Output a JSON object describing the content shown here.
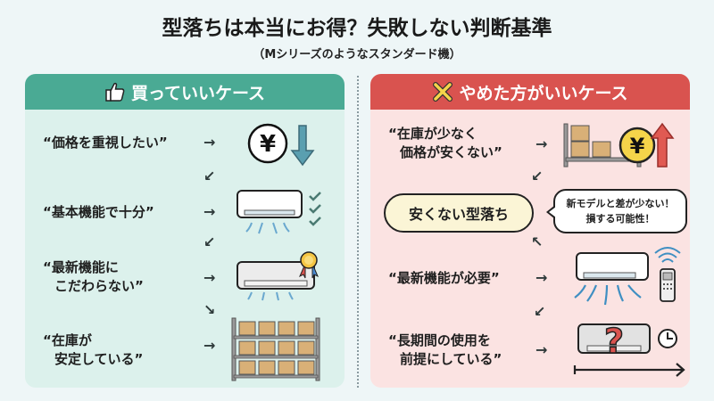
{
  "title": "型落ちは本当にお得？失敗しない判断基準",
  "subtitle": "（Mシリーズのようなスタンダード機）",
  "colors": {
    "good_header": "#4aaa94",
    "good_panel": "#dcf1ec",
    "bad_header": "#d9534f",
    "bad_panel": "#fbe3e2",
    "background": "#eef6f7"
  },
  "good": {
    "header": "買っていいケース",
    "header_icon": "thumbs-up-icon",
    "items": [
      {
        "text": "“価格を重視したい”",
        "arrow": "→",
        "icon": "yen-down-icon"
      },
      {
        "text": "“基本機能で十分”",
        "arrow": "→",
        "icon": "aircon-check-icon"
      },
      {
        "text_line1": "“最新機能に",
        "text_line2": "こだわらない”",
        "arrow": "→",
        "icon": "aircon-award-icon"
      },
      {
        "text_line1": "“在庫が",
        "text_line2": "安定している”",
        "arrow": "→",
        "icon": "warehouse-shelf-icon"
      }
    ],
    "flow_arrows": [
      "↙",
      "↙",
      "↘"
    ]
  },
  "bad": {
    "header": "やめた方がいいケース",
    "header_icon": "cross-icon",
    "items": [
      {
        "text_line1": "“在庫が少なく",
        "text_line2": "価格が安くない”",
        "arrow": "→",
        "icon": "low-stock-yen-up-icon"
      },
      {
        "text": "“最新機能が必要”",
        "arrow": "→",
        "icon": "smart-aircon-remote-icon"
      },
      {
        "text_line1": "“長期間の使用を",
        "text_line2": "前提にしている”",
        "arrow": "→",
        "icon": "aircon-question-clock-icon"
      }
    ],
    "flow_arrows": [
      "↙",
      "↖",
      "↙"
    ],
    "center_bubble": "安くない型落ち",
    "note_line1": "新モデルと差が少ない！",
    "note_line2": "損する可能性！"
  }
}
